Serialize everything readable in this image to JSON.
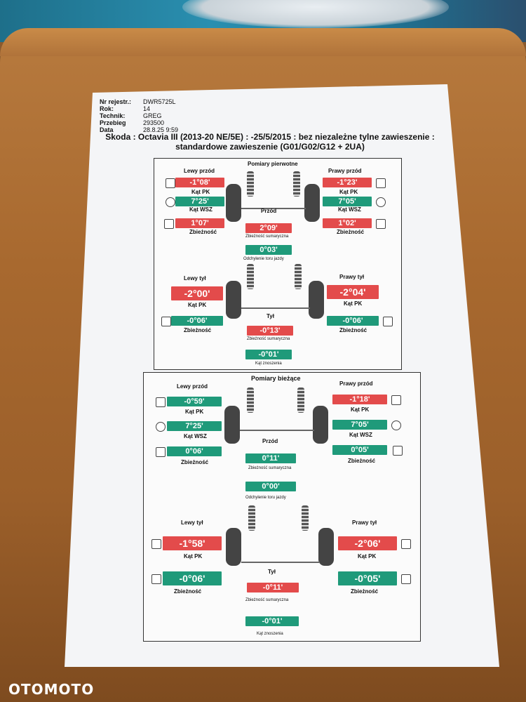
{
  "header": {
    "labels": [
      "Nr rejestr.:",
      "Rok:",
      "Technik:",
      "Przebieg",
      "Data"
    ],
    "values": [
      "DWR5725L",
      "14",
      "GREG",
      "293500",
      "28.8.25 9:59"
    ]
  },
  "title_line1": "Skoda : Octavia III (2013-20 NE/5E) : -25/5/2015 : bez niezależne tylne zawieszenie :",
  "title_line2": "standardowe zawieszenie (G01/G02/G12 + 2UA)",
  "initial": {
    "title": "Pomiary pierwotne",
    "front_left": {
      "label": "Lewy przód",
      "camber": "-1°08'",
      "camber_label": "Kąt PK",
      "caster": "7°25'",
      "caster_label": "Kąt WSZ",
      "toe": "1°07'",
      "toe_label": "Zbieżność"
    },
    "front_right": {
      "label": "Prawy przód",
      "camber": "-1°23'",
      "camber_label": "Kąt PK",
      "caster": "7°05'",
      "caster_label": "Kąt WSZ",
      "toe": "1°02'",
      "toe_label": "Zbieżność"
    },
    "front_axle": {
      "label": "Przód",
      "total_toe": "2°09'",
      "total_toe_label": "Zbieżność sumaryczna",
      "setback": "0°03'",
      "setback_label": "Odchylenie toru jazdy"
    },
    "rear_left": {
      "label": "Lewy tył",
      "camber": "-2°00'",
      "camber_label": "Kąt PK",
      "toe": "-0°06'",
      "toe_label": "Zbieżność"
    },
    "rear_right": {
      "label": "Prawy tył",
      "camber": "-2°04'",
      "camber_label": "Kąt PK",
      "toe": "-0°06'",
      "toe_label": "Zbieżność"
    },
    "rear_axle": {
      "label": "Tył",
      "total_toe": "-0°13'",
      "total_toe_label": "Zbieżność sumaryczna",
      "thrust": "-0°01'",
      "thrust_label": "Kąt znoszenia"
    }
  },
  "current": {
    "title": "Pomiary bieżące",
    "front_left": {
      "label": "Lewy przód",
      "camber": "-0°59'",
      "camber_label": "Kąt PK",
      "caster": "7°25'",
      "caster_label": "Kąt WSZ",
      "toe": "0°06'",
      "toe_label": "Zbieżność"
    },
    "front_right": {
      "label": "Prawy przód",
      "camber": "-1°18'",
      "camber_label": "Kąt PK",
      "caster": "7°05'",
      "caster_label": "Kąt WSZ",
      "toe": "0°05'",
      "toe_label": "Zbieżność"
    },
    "front_axle": {
      "label": "Przód",
      "total_toe": "0°11'",
      "total_toe_label": "Zbieżność sumaryczna",
      "setback": "0°00'",
      "setback_label": "Odchylenie toru jazdy"
    },
    "rear_left": {
      "label": "Lewy tył",
      "camber": "-1°58'",
      "camber_label": "Kąt PK",
      "toe": "-0°06'",
      "toe_label": "Zbieżność"
    },
    "rear_right": {
      "label": "Prawy tył",
      "camber": "-2°06'",
      "camber_label": "Kąt PK",
      "toe": "-0°05'",
      "toe_label": "Zbieżność"
    },
    "rear_axle": {
      "label": "Tył",
      "total_toe": "-0°11'",
      "total_toe_label": "Zbieżność sumaryczna",
      "thrust": "-0°01'",
      "thrust_label": "Kąt znoszenia"
    }
  },
  "watermark": "OTOMOTO",
  "colors": {
    "out_of_spec": "#e34b4b",
    "in_spec": "#1f9a7a"
  }
}
